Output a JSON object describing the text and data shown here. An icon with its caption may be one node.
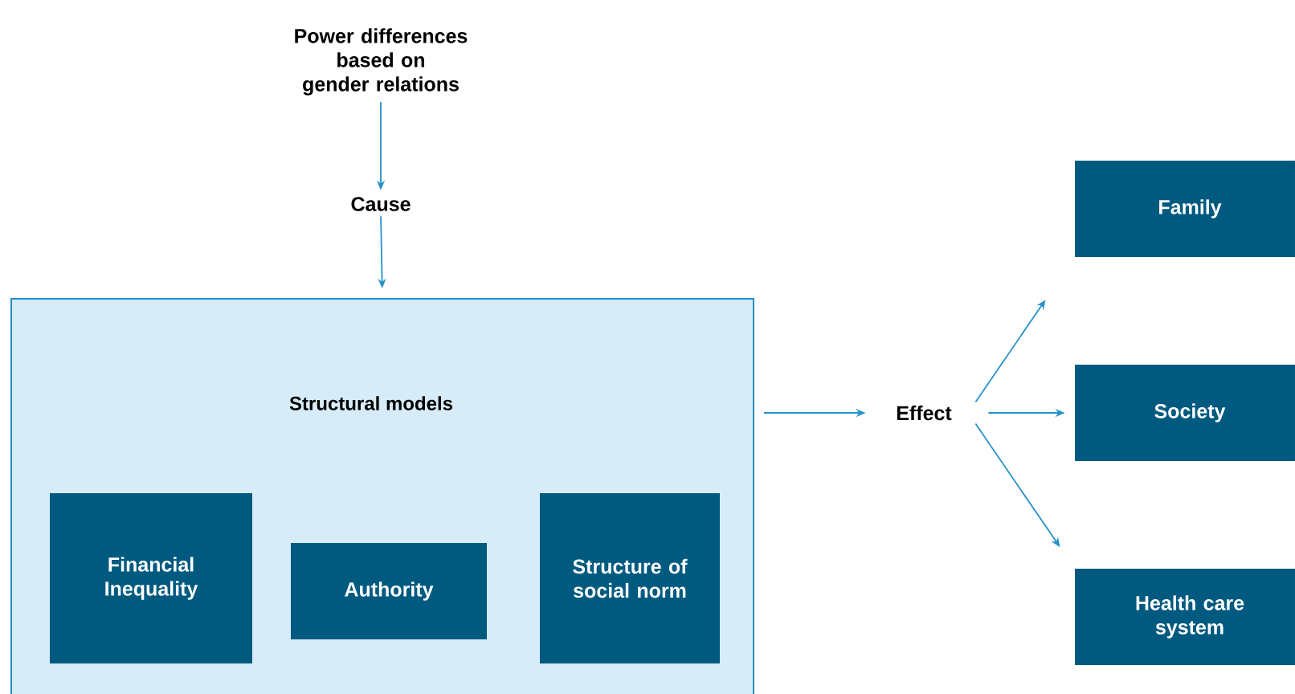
{
  "diagram": {
    "nodes": [
      {
        "text": [
          "Power differences based on gender relations"
        ]
      },
      {
        "text": [
          "Cause"
        ]
      },
      {
        "text": [
          "Structural models"
        ]
      },
      {
        "text": [
          "Financial Inequality"
        ],
        "in": 2
      },
      {
        "text": [
          "Authority"
        ],
        "in": 2
      },
      {
        "text": [
          "Structure of social norm"
        ],
        "in": 2
      },
      {
        "text": [
          "Effect"
        ]
      },
      {
        "text": [
          "Family"
        ]
      },
      {
        "text": [
          "Society"
        ]
      },
      {
        "text": [
          "Health care system"
        ]
      }
    ],
    "edges": [
      {
        "from": 0,
        "to": 1,
        "arrow": "to"
      },
      {
        "from": 1,
        "to": 2,
        "arrow": "to"
      },
      {
        "from": 2,
        "to": 6,
        "arrow": "to"
      },
      {
        "from": 6,
        "to": 7,
        "arrow": "to"
      },
      {
        "from": 6,
        "to": 8,
        "arrow": "to"
      },
      {
        "from": 6,
        "to": 9,
        "arrow": "to"
      }
    ]
  }
}
